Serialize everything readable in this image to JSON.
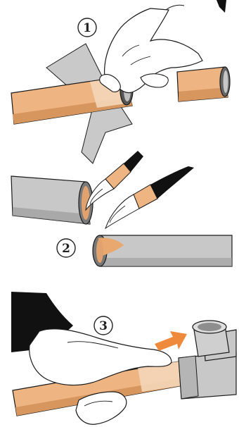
{
  "steps": [
    {
      "number": "1"
    },
    {
      "number": "2"
    },
    {
      "number": "3"
    }
  ],
  "colors": {
    "copper": "#eeb482",
    "copper_shade": "#d8965f",
    "copper_clean": "#f3d6b8",
    "pvc": "#c8c8c8",
    "pvc_dark": "#9b9b9b",
    "abrasive": "#c9c9c9",
    "arrow": "#ef8a3d",
    "sleeve": "#111111",
    "brush_handle": "#111111",
    "brush_ferrule": "#eeb482",
    "outline": "#1a1a1a"
  },
  "icons": {
    "hand": "hand-icon",
    "brush": "brush-icon",
    "arrow": "arrow-right-icon"
  }
}
